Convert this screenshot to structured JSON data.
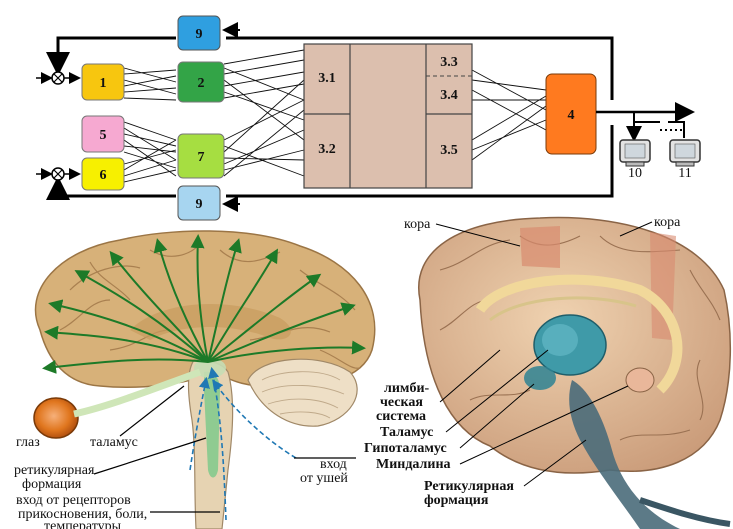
{
  "diagram": {
    "blocks": {
      "b1": "1",
      "b2": "2",
      "b5": "5",
      "b6": "6",
      "b7": "7",
      "b9_top": "9",
      "b9_bottom": "9",
      "b3_1": "3.1",
      "b3_2": "3.2",
      "b3_3": "3.3",
      "b3_4": "3.4",
      "b3_5": "3.5",
      "b4": "4",
      "b10": "10",
      "b11": "11"
    },
    "colors": {
      "b1": "#f7c60f",
      "b2": "#33a447",
      "b5": "#f6a9d1",
      "b6": "#f7f000",
      "b7": "#a6de41",
      "b9": "#2f9fe0",
      "b9_bottom": "#a7d5f0",
      "b3": "#dcbfae",
      "b4": "#ff7a1f"
    }
  },
  "brain_left": {
    "eye": "глаз",
    "thalamus": "таламус",
    "reticular_1": "ретикулярная",
    "reticular_2": "формация",
    "ears_1": "вход",
    "ears_2": "от ушей",
    "receptors_1": "вход от рецепторов",
    "receptors_2": "прикосновения, боли,",
    "receptors_3": "температуры"
  },
  "brain_right": {
    "cortex_left": "кора",
    "cortex_right": "кора",
    "limbic_1": "лимби-",
    "limbic_2": "ческая",
    "limbic_3": "система",
    "thalamus": "Таламус",
    "hypothalamus": "Гипоталамус",
    "amygdala": "Миндалина",
    "reticular_1": "Ретикулярная",
    "reticular_2": "формация"
  }
}
